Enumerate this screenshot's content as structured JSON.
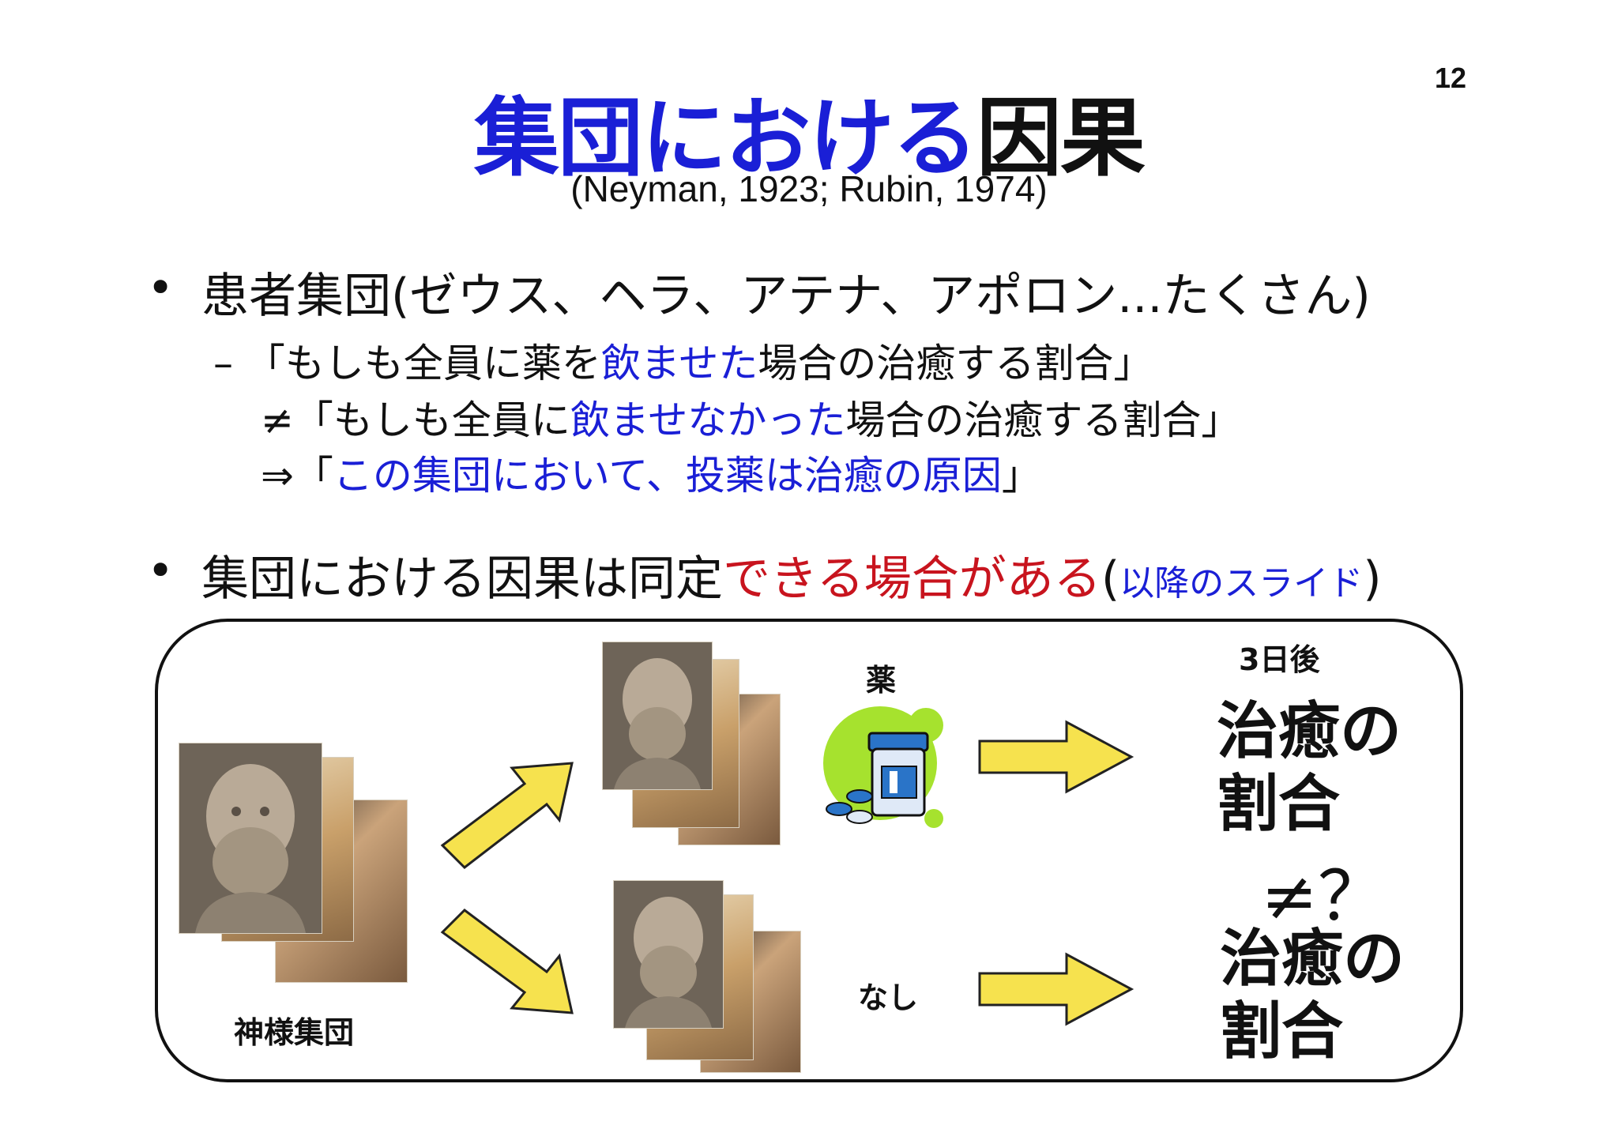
{
  "page_number": "12",
  "title": {
    "part1": "集団における",
    "part2": "因果"
  },
  "subtitle": "(Neyman, 1923; Rubin, 1974)",
  "bullet1": {
    "marker": "•",
    "text": "患者集団(ゼウス、ヘラ、アテナ、アポロン...たくさん)"
  },
  "sub1": {
    "prefix": "– 「もしも全員に薬を",
    "highlight": "飲ませた",
    "suffix": "場合の治癒する割合」"
  },
  "sub2": {
    "prefix": "≠「もしも全員に",
    "highlight": "飲ませなかった",
    "suffix": "場合の治癒する割合」"
  },
  "sub3": {
    "prefix": "⇒「",
    "highlight": "この集団において、投薬は治癒の原因",
    "suffix": "」"
  },
  "bullet2": {
    "marker": "•",
    "text": "集団における因果は同定",
    "red": "できる場合がある",
    "paren_open": "(",
    "note": "以降のスライド",
    "paren_close": ")"
  },
  "diagram": {
    "group_label": "神様集団",
    "medicine_label": "薬",
    "none_label": "なし",
    "after_label": "3日後",
    "outcome_top": [
      "治癒の",
      "割合"
    ],
    "neq": "≠？",
    "outcome_bottom": [
      "治癒の",
      "割合"
    ],
    "colors": {
      "arrow": "#f6e24e",
      "pill_bg": "#a6e22e",
      "pill_blue": "#2a74c8"
    }
  }
}
